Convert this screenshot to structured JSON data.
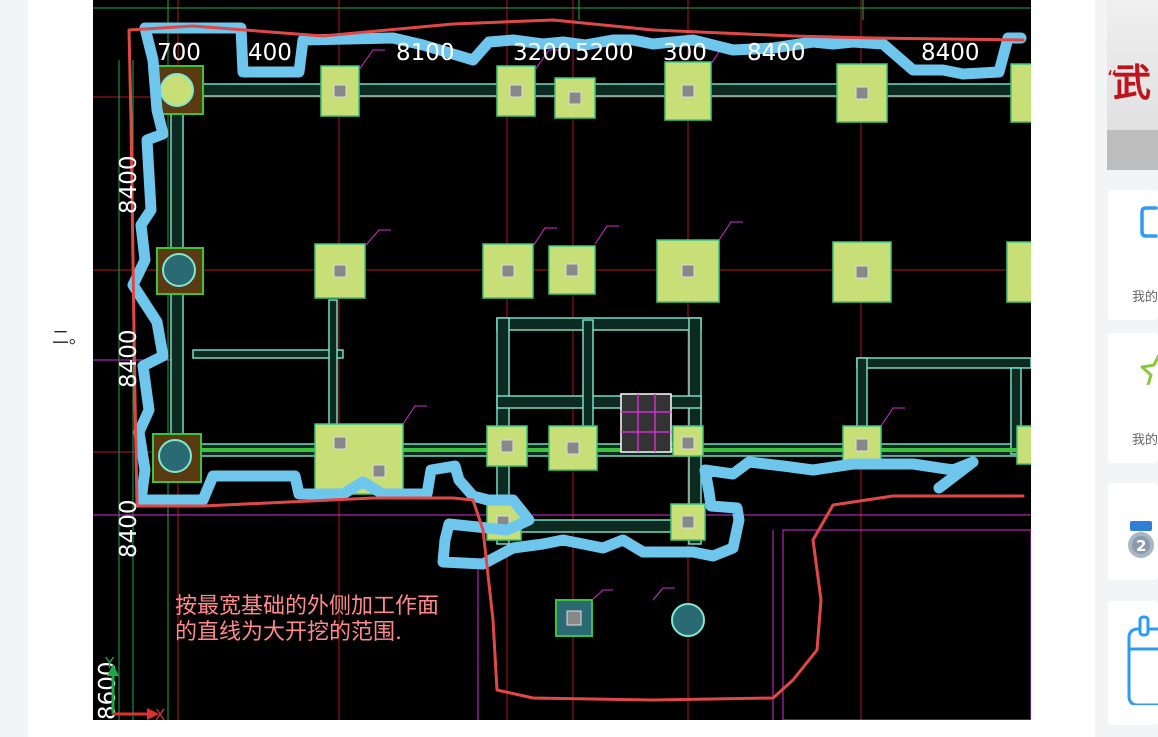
{
  "article": {
    "fragment_text": "二。"
  },
  "drawing": {
    "dimensions_top": [
      "700",
      "400",
      "8100",
      "3200",
      "5200",
      "300",
      "8400",
      "8400"
    ],
    "dimensions_left": [
      "8400",
      "8400",
      "8400",
      "8600"
    ],
    "annotation_line1": "按最宽基础的外侧加工作面",
    "annotation_line2": "的直线为大开挖的范围.",
    "axis_y": "Y",
    "axis_x": "X"
  },
  "sidebar": {
    "banner_char": "武",
    "banner_quote": "“",
    "cards": [
      {
        "icon": "document-icon",
        "label": "我的"
      },
      {
        "icon": "star-icon",
        "label": "我的"
      },
      {
        "icon": "medal-icon",
        "label": ""
      },
      {
        "icon": "calendar-icon",
        "label": ""
      }
    ]
  },
  "colors": {
    "cad_background": "#000000",
    "marker_blue": "#6fc6ec",
    "marker_red": "#e04848",
    "footing_fill": "#c8df78",
    "beam_cyan": "#7ee8d2",
    "grid_red": "#b01818",
    "grid_green": "#1ea84a",
    "magenta": "#d22ed2",
    "annotation": "#ff8a8a"
  }
}
